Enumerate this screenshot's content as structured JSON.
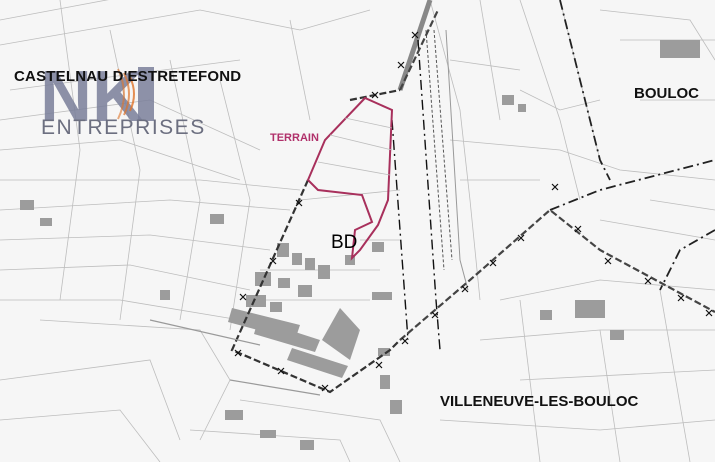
{
  "map": {
    "places": {
      "castelnau": "CASTELNAU D'ESTRETEFOND",
      "bouloc": "BOULOC",
      "villeneuve": "VILLENEUVE-LES-BOULOC"
    },
    "zones": {
      "terrain": "TERRAIN",
      "bd": "BD"
    },
    "colors": {
      "parcel_lines": "#b8b8b8",
      "buildings": "#9a9a9a",
      "terrain_outline": "#a8305c",
      "zone_boundary": "#222222",
      "commune_boundary": "#333333",
      "background": "#f4f4f4"
    }
  },
  "logo": {
    "brand_letters": "NKI",
    "tagline": "ENTREPRISES",
    "colors": {
      "letters": "#7a7f9a",
      "accent": "#e0742a"
    }
  }
}
